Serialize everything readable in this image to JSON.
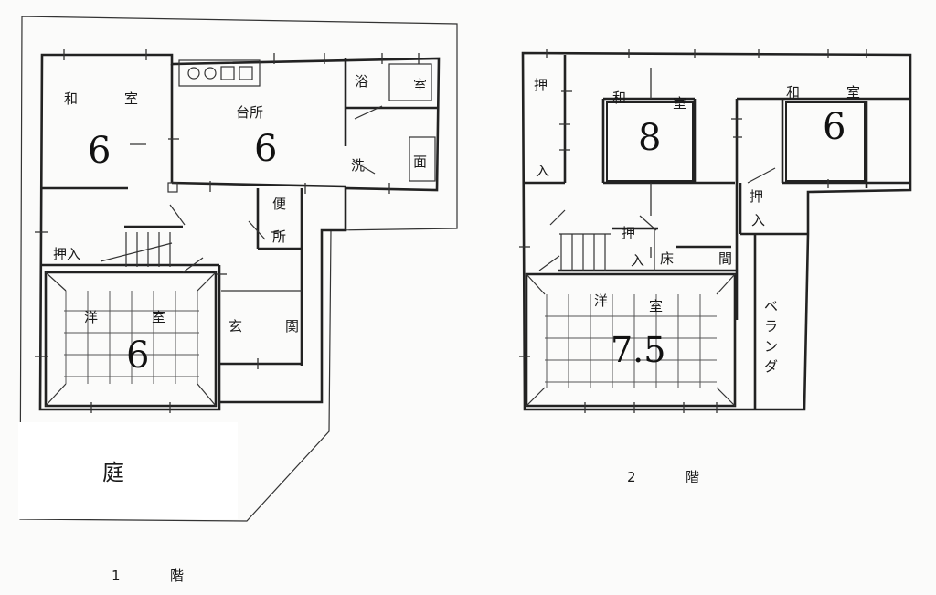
{
  "floor1": {
    "label_num": "1",
    "label_kai": "階",
    "washitsu": {
      "wa": "和",
      "shitsu": "室",
      "size": "6"
    },
    "daidokoro": {
      "label": "台所",
      "size": "6"
    },
    "yoku": {
      "label": "浴",
      "label2": "室"
    },
    "senmen": {
      "sen": "洗",
      "men": "面"
    },
    "benjo": {
      "ben": "便",
      "sho": "所"
    },
    "oshiire": {
      "label": "押入"
    },
    "youshitsu": {
      "you": "洋",
      "shitsu": "室",
      "size": "6"
    },
    "genkan": {
      "gen": "玄",
      "kan": "関"
    },
    "niwa": "庭"
  },
  "floor2": {
    "label_num": "2",
    "label_kai": "階",
    "oshiire_left": {
      "o": "押",
      "iri": "入"
    },
    "washitsu8": {
      "wa": "和",
      "shitsu": "室",
      "size": "8"
    },
    "washitsu6": {
      "wa": "和",
      "shitsu": "室",
      "size": "6"
    },
    "oshiire_right": {
      "o": "押",
      "iri": "入"
    },
    "oshiire_mid": {
      "o": "押",
      "iri": "入"
    },
    "tokonoma": {
      "toko": "床",
      "ma": "間"
    },
    "youshitsu": {
      "you": "洋",
      "shitsu": "室",
      "size": "7.5"
    },
    "veranda": [
      "ベ",
      "ラ",
      "ン",
      "ダ"
    ]
  }
}
